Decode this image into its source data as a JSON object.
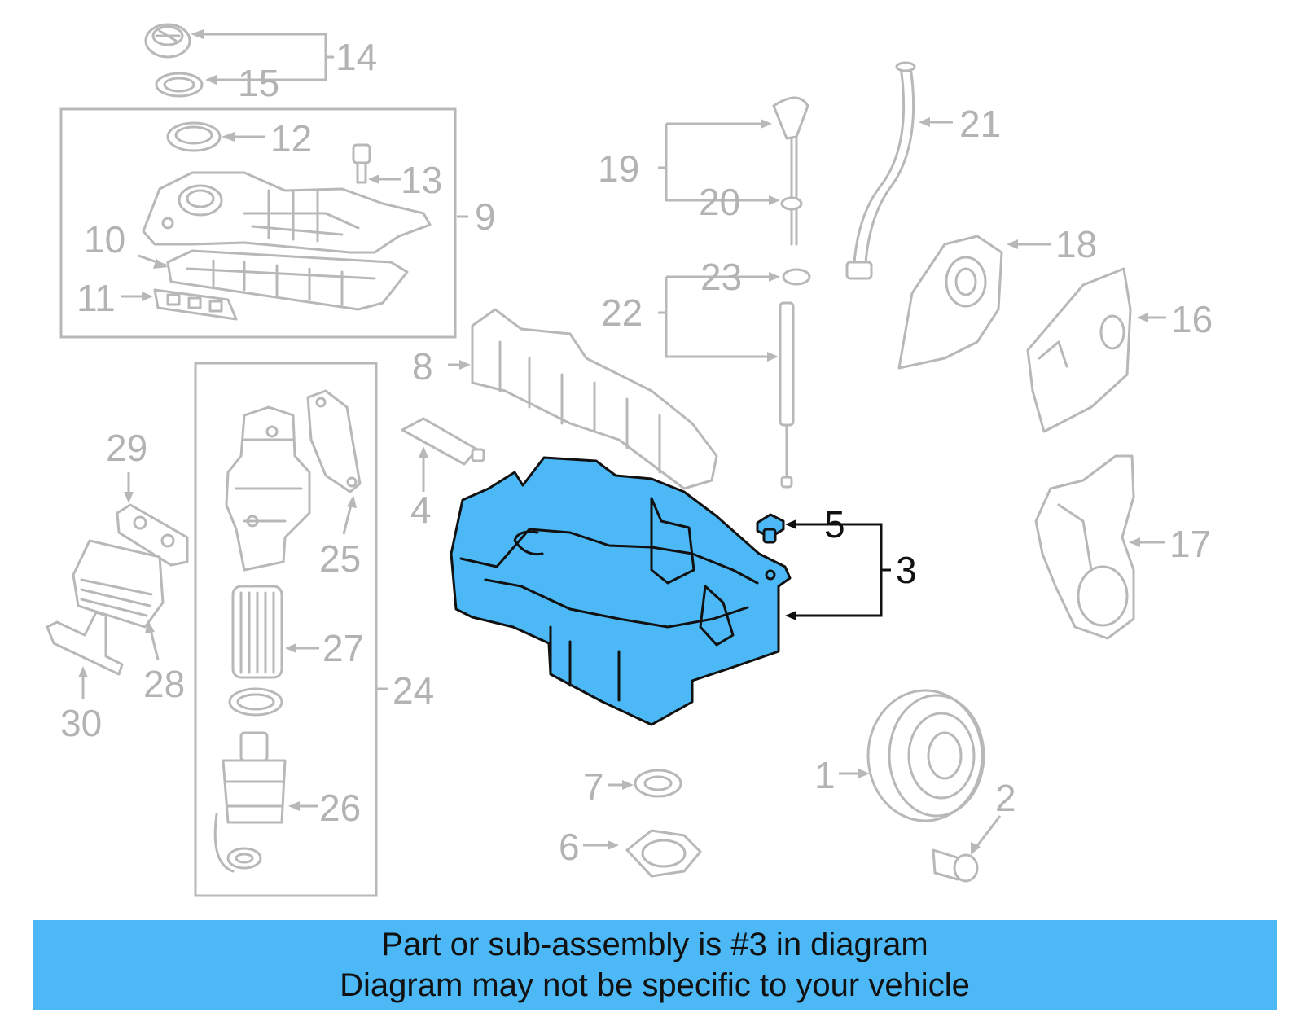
{
  "diagram": {
    "callouts": {
      "c1": "1",
      "c2": "2",
      "c3": "3",
      "c4": "4",
      "c5": "5",
      "c6": "6",
      "c7": "7",
      "c8": "8",
      "c9": "9",
      "c10": "10",
      "c11": "11",
      "c12": "12",
      "c13": "13",
      "c14": "14",
      "c15": "15",
      "c16": "16",
      "c17": "17",
      "c18": "18",
      "c19": "19",
      "c20": "20",
      "c21": "21",
      "c22": "22",
      "c23": "23",
      "c24": "24",
      "c25": "25",
      "c26": "26",
      "c27": "27",
      "c28": "28",
      "c29": "29",
      "c30": "30"
    },
    "highlighted_part": "3",
    "highlight_color": "#4cb8f5",
    "muted_color": "#b8b8b8"
  },
  "banner": {
    "line1": "Part or sub-assembly is #3 in diagram",
    "line2": "Diagram may not be specific to your vehicle",
    "color": "#4cb8f5"
  }
}
